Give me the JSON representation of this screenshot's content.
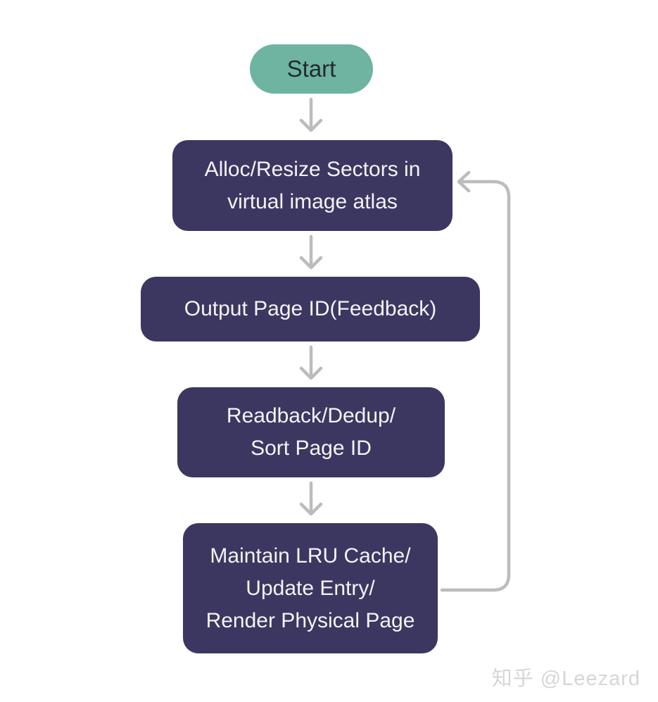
{
  "colors": {
    "canvas-bg": "#ffffff",
    "start-bg": "#6eb4a1",
    "start-text": "#212b33",
    "node-bg": "#3c3760",
    "node-text": "#f4f2f6",
    "arrow": "#bcbcbc",
    "watermark-text": "#d6d6d6"
  },
  "flowchart": {
    "start": {
      "id": "start",
      "label": "Start",
      "shape": "pill"
    },
    "nodes": [
      {
        "id": "alloc",
        "lines": [
          "Alloc/Resize Sectors in",
          "virtual image atlas"
        ]
      },
      {
        "id": "output",
        "lines": [
          "Output Page ID(Feedback)"
        ]
      },
      {
        "id": "readback",
        "lines": [
          "Readback/Dedup/",
          "Sort Page ID"
        ]
      },
      {
        "id": "maintain",
        "lines": [
          "Maintain LRU Cache/",
          "Update Entry/",
          "Render Physical Page"
        ]
      }
    ],
    "edges": [
      {
        "from": "start",
        "to": "alloc",
        "kind": "down-arrow"
      },
      {
        "from": "alloc",
        "to": "output",
        "kind": "down-arrow"
      },
      {
        "from": "output",
        "to": "readback",
        "kind": "down-arrow"
      },
      {
        "from": "readback",
        "to": "maintain",
        "kind": "down-arrow"
      },
      {
        "from": "maintain",
        "to": "alloc",
        "kind": "feedback-loop-right-side"
      }
    ]
  },
  "watermark": {
    "text": "知乎 @Leezard"
  }
}
